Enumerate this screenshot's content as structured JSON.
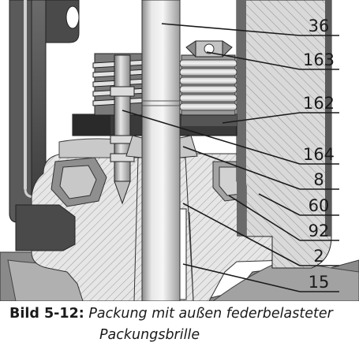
{
  "figure": {
    "part_numbers": [
      "36",
      "163",
      "162",
      "164",
      "8",
      "60",
      "92",
      "2",
      "15"
    ]
  },
  "caption": {
    "label": "Bild 5-12:",
    "line1": "Packung mit außen federbelasteter",
    "line2": "Packungsbrille"
  }
}
